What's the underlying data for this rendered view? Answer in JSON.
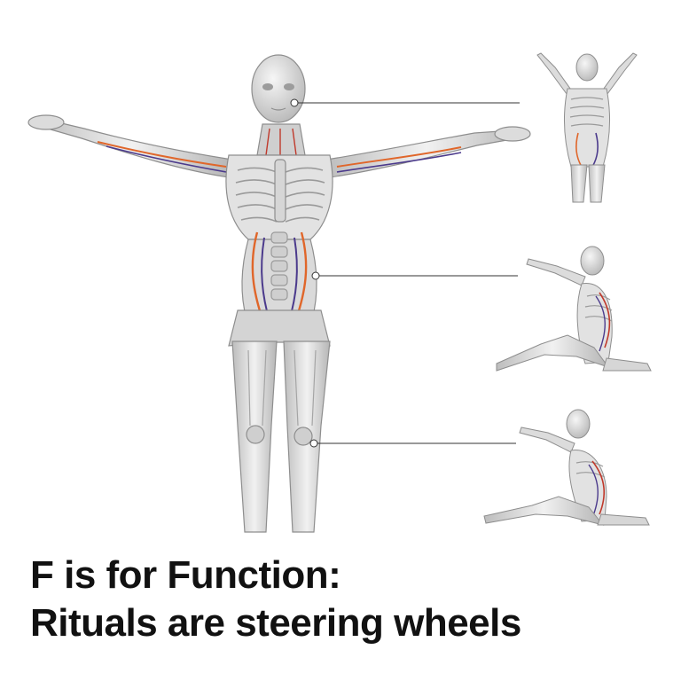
{
  "caption": {
    "line1": "F is for Function:",
    "line2": "Rituals are steering wheels"
  },
  "colors": {
    "background": "#ffffff",
    "body": "#e4e4e4",
    "body_shade": "#b9b9b9",
    "outline": "#8e8e8e",
    "nerve_orange": "#e0662a",
    "nerve_purple": "#4b3a8c",
    "nerve_red": "#c0392b",
    "callout_line": "#333333",
    "text": "#111111"
  },
  "icons": [
    "standing-figure",
    "arms-raised-figure",
    "seated-reaching-figure",
    "seated-leaning-figure"
  ]
}
